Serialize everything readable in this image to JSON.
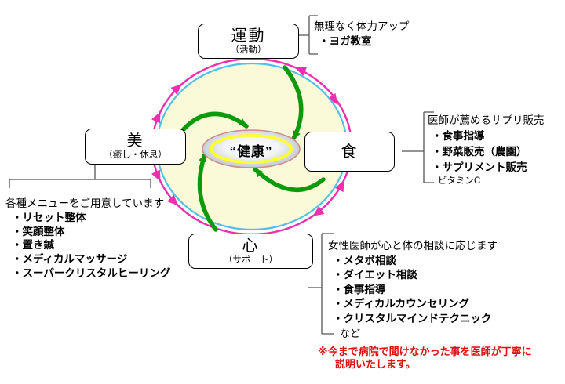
{
  "diagram": {
    "center": {
      "label": "“健康”"
    },
    "nodes": {
      "exercise": {
        "title": "運動",
        "subtitle": "（活動）"
      },
      "food": {
        "title": "食"
      },
      "beauty": {
        "title": "美",
        "subtitle": "（癒し・休息）"
      },
      "heart": {
        "title": "心",
        "subtitle": "（サポート）"
      }
    },
    "annotations": {
      "exercise": {
        "heading": "無理なく体力アップ",
        "items": [
          "・ヨガ教室"
        ]
      },
      "food": {
        "heading": "医師が薦めるサプリ販売",
        "items": [
          "・食事指導",
          "・野菜販売（農園）",
          "・サプリメント販売"
        ],
        "note": "ビタミンC"
      },
      "beauty": {
        "heading": "各種メニューをご用意しています",
        "items": [
          "・リセット整体",
          "・笑顔整体",
          "・置き鍼",
          "・メディカルマッサージ",
          "・スーパークリスタルヒーリング"
        ]
      },
      "heart": {
        "heading": "女性医師が心と体の相談に応じます",
        "items": [
          "・メタボ相談",
          "・ダイエット相談",
          "・食事指導",
          "・メディカルカウンセリング",
          "・クリスタルマインドテクニック"
        ],
        "note": "など"
      }
    },
    "footnote": {
      "line1": "※今まで病院で聞けなかった事を医師が丁寧に",
      "line2": "説明いたします。"
    },
    "colors": {
      "circle_fill": "#FAFAD8",
      "ring_cyan": "#52C0E2",
      "ring_magenta": "#EE2FAE",
      "arrow_green": "#0B9A0B",
      "center_outline": "#CC8D8D",
      "center_yellow": "#FFFF2E",
      "note_red": "#DD1111"
    }
  }
}
